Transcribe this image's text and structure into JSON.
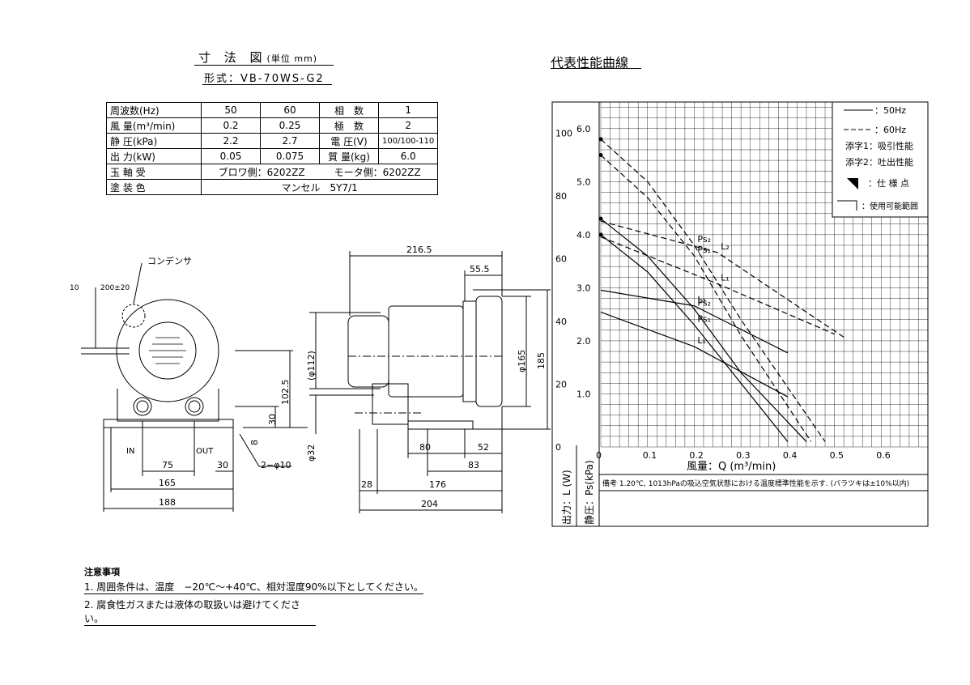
{
  "dimension_title": "寸 法 図",
  "dimension_unit": "(単位 mm)",
  "model": "形式：VB-70WS-G2",
  "spec_table": {
    "rows": [
      [
        "周波数(Hz)",
        "50",
        "60",
        "相　数",
        "1"
      ],
      [
        "風 量(m³/min)",
        "0.2",
        "0.25",
        "極　数",
        "2"
      ],
      [
        "静 圧(kPa)",
        "2.2",
        "2.7",
        "電 圧(V)",
        "100/100-110"
      ],
      [
        "出 力(kW)",
        "0.05",
        "0.075",
        "質 量(kg)",
        "6.0"
      ]
    ],
    "bearing_label": "玉 軸 受",
    "bearing_value": "ブロワ側：6202ZZ　　　モータ側：6202ZZ",
    "paint_label": "塗 装 色",
    "paint_value": "マンセル　5Y7/1"
  },
  "drawing_labels": {
    "condenser": "コンデンサ",
    "lead": "10",
    "lead_length": "200±20",
    "in": "IN",
    "out": "OUT",
    "d75": "75",
    "d30a": "30",
    "d165": "165",
    "d188": "188",
    "d30b": "30",
    "d8": "8",
    "d102": "102.5",
    "d112": "(φ112)",
    "holes": "2−φ10",
    "d2165": "216.5",
    "d555": "55.5",
    "dphi165": "φ165",
    "d185": "185",
    "dphi32": "φ32",
    "d80": "80",
    "d52": "52",
    "d83": "83",
    "d28": "28",
    "d176": "176",
    "d204": "204"
  },
  "chart_title": "代表性能曲線",
  "legend": {
    "hz50": "：50Hz",
    "hz60": "：60Hz",
    "suffix1": "添字1：吸引性能",
    "suffix2": "添字2：吐出性能",
    "spec_point": "：仕 様 点",
    "usable_range": "：使用可能範囲"
  },
  "axis": {
    "xlabel": "風量：Q (m³/min)",
    "ylabel_ps": "静圧：Ps(kPa)",
    "ylabel_l": "出力：L (W)",
    "note": "備考 1.20℃, 1013hPaの吸込空気状態における温度標準性能を示す. (バラツキは±10%以内)"
  },
  "chart_data": {
    "type": "line",
    "xlabel": "風量：Q (m³/min)",
    "ylabel": "静圧：Ps(kPa)",
    "ylabel2": "出力：L (W)",
    "xlim": [
      0,
      0.7
    ],
    "ylim": [
      0,
      6.5
    ],
    "y2lim": [
      0,
      110
    ],
    "x_ticks": [
      "0",
      "0.1",
      "0.2",
      "0.3",
      "0.4",
      "0.5",
      "0.6"
    ],
    "y_ticks": [
      "1.0",
      "2.0",
      "3.0",
      "4.0",
      "5.0",
      "6.0"
    ],
    "y2_ticks": [
      "0",
      "20",
      "40",
      "60",
      "80",
      "100"
    ],
    "series": [
      {
        "name": "Ps₁",
        "hz": "50Hz",
        "points": [
          [
            0,
            4.0
          ],
          [
            0.1,
            3.3
          ],
          [
            0.2,
            2.3
          ],
          [
            0.3,
            1.2
          ],
          [
            0.4,
            0.1
          ]
        ]
      },
      {
        "name": "Ps₂",
        "hz": "50Hz",
        "points": [
          [
            0,
            4.3
          ],
          [
            0.1,
            3.6
          ],
          [
            0.2,
            2.6
          ],
          [
            0.3,
            1.4
          ],
          [
            0.44,
            0.1
          ]
        ]
      },
      {
        "name": "Ps₁",
        "hz": "60Hz",
        "points": [
          [
            0,
            5.5
          ],
          [
            0.1,
            4.7
          ],
          [
            0.2,
            3.6
          ],
          [
            0.3,
            2.1
          ],
          [
            0.45,
            0.1
          ]
        ]
      },
      {
        "name": "Ps₂",
        "hz": "60Hz",
        "points": [
          [
            0,
            5.8
          ],
          [
            0.1,
            5.0
          ],
          [
            0.2,
            3.8
          ],
          [
            0.3,
            2.4
          ],
          [
            0.48,
            0.1
          ]
        ]
      },
      {
        "name": "L₁",
        "hz": "50Hz",
        "points": [
          [
            0,
            43
          ],
          [
            0.2,
            32
          ],
          [
            0.4,
            16
          ]
        ]
      },
      {
        "name": "L₂",
        "hz": "50Hz",
        "points": [
          [
            0,
            50
          ],
          [
            0.2,
            45
          ],
          [
            0.4,
            30
          ]
        ]
      },
      {
        "name": "L₁",
        "hz": "60Hz",
        "points": [
          [
            0,
            67
          ],
          [
            0.25,
            52
          ],
          [
            0.5,
            36
          ]
        ]
      },
      {
        "name": "L₂",
        "hz": "60Hz",
        "points": [
          [
            0,
            72
          ],
          [
            0.25,
            62
          ],
          [
            0.52,
            35
          ]
        ]
      }
    ]
  },
  "notes": {
    "heading": "注意事項",
    "items": [
      "1. 周囲条件は、温度　−20℃〜+40℃、相対湿度90%以下としてください。",
      "2. 腐食性ガスまたは液体の取扱いは避けてください。"
    ]
  }
}
